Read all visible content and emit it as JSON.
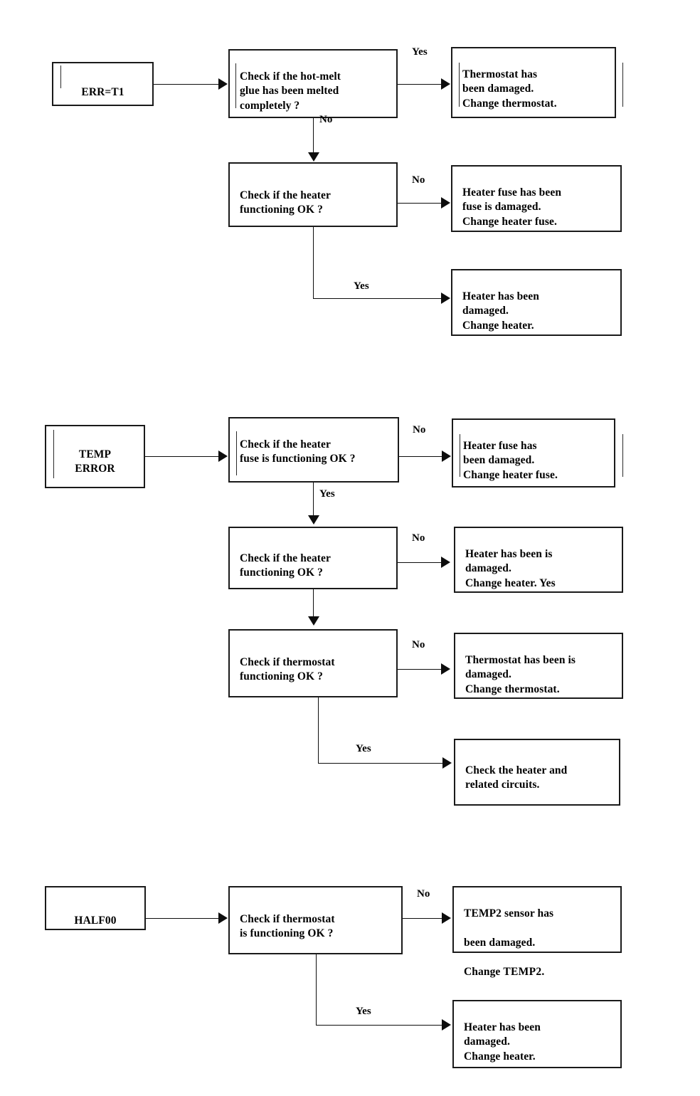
{
  "diagram": {
    "title": "Error code troubleshooting flowcharts",
    "type": "flowchart",
    "line_color": "#0d0d0d",
    "box_border_color": "#1a1a1a",
    "background": "#ffffff",
    "text_color": "#000000"
  },
  "labels": {
    "yes": "Yes",
    "no": "No"
  },
  "sections": [
    {
      "id": "err-t1",
      "start": "ERR=T1",
      "nodes": {
        "q1": "Check if the hot-melt\nglue has been melted\ncompletely ?",
        "q1_yes_result": "Thermostat has\nbeen damaged.\nChange thermostat.",
        "q2": "Check if the heater\nfunctioning OK ?",
        "q2_no_result": "Heater fuse has been\nfuse is damaged.\nChange heater fuse.",
        "q2_yes_result": "Heater has been\ndamaged.\nChange heater."
      },
      "edges": [
        {
          "from": "start",
          "to": "q1",
          "label": ""
        },
        {
          "from": "q1",
          "to": "q1_yes_result",
          "label": "Yes"
        },
        {
          "from": "q1",
          "to": "q2",
          "label": "No"
        },
        {
          "from": "q2",
          "to": "q2_no_result",
          "label": "No"
        },
        {
          "from": "q2",
          "to": "q2_yes_result",
          "label": "Yes"
        }
      ]
    },
    {
      "id": "temp-error",
      "start": "TEMP\nERROR",
      "nodes": {
        "q1": "Check if the heater\nfuse is functioning OK ?",
        "q1_no_result": "Heater fuse has\nbeen damaged.\nChange heater fuse.",
        "q2": "Check if the heater\nfunctioning OK ?",
        "q2_no_result": "Heater has been is\ndamaged.\nChange heater. Yes",
        "q3": "Check if thermostat\nfunctioning OK ?",
        "q3_no_result": "Thermostat has been is\ndamaged.\nChange thermostat.",
        "q3_yes_result": "Check the heater and\nrelated circuits."
      },
      "edges": [
        {
          "from": "start",
          "to": "q1",
          "label": ""
        },
        {
          "from": "q1",
          "to": "q1_no_result",
          "label": "No"
        },
        {
          "from": "q1",
          "to": "q2",
          "label": "Yes"
        },
        {
          "from": "q2",
          "to": "q2_no_result",
          "label": "No"
        },
        {
          "from": "q2",
          "to": "q3",
          "label": ""
        },
        {
          "from": "q3",
          "to": "q3_no_result",
          "label": "No"
        },
        {
          "from": "q3",
          "to": "q3_yes_result",
          "label": "Yes"
        }
      ]
    },
    {
      "id": "half00",
      "start": "HALF00",
      "nodes": {
        "q1": "Check if thermostat\nis functioning OK ?",
        "q1_no_result_line1": "TEMP2 sensor has",
        "q1_no_result_line2": "been damaged.",
        "q1_no_result_line3_pre": "Change ",
        "q1_no_result_line3_strong": "TEMP2",
        "q1_no_result_line3_post": ".",
        "q1_yes_result": "Heater has been\ndamaged.\nChange heater."
      },
      "edges": [
        {
          "from": "start",
          "to": "q1",
          "label": ""
        },
        {
          "from": "q1",
          "to": "q1_no_result",
          "label": "No"
        },
        {
          "from": "q1",
          "to": "q1_yes_result",
          "label": "Yes"
        }
      ]
    }
  ]
}
